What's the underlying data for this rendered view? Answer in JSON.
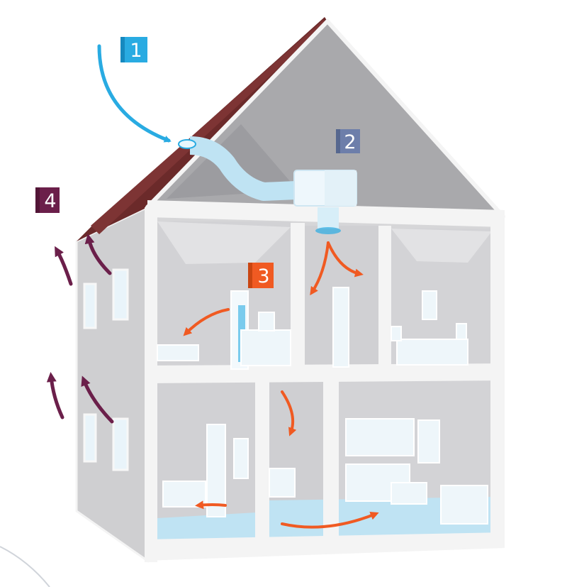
{
  "markers": [
    {
      "id": "m1",
      "label": "1",
      "color": "#29abe2"
    },
    {
      "id": "m2",
      "label": "2",
      "color": "#6d7eaa"
    },
    {
      "id": "m3",
      "label": "3",
      "color": "#f05a22"
    },
    {
      "id": "m4",
      "label": "4",
      "color": "#6b1f4a"
    }
  ],
  "colors": {
    "roof": "#6b2a2a",
    "wall": "#c9c9cb",
    "attic": "#a9a9ac",
    "room": "#d6d6d8",
    "frame": "#f4f4f4",
    "intake_air": "#29abe2",
    "supply_air": "#f05a22",
    "exhaust_air": "#6b1f4a",
    "duct": "#bfe3f3"
  },
  "icons": [
    "intake-arrow-icon",
    "ventilation-unit-icon",
    "supply-arrow-icon",
    "exhaust-arrow-icon"
  ]
}
